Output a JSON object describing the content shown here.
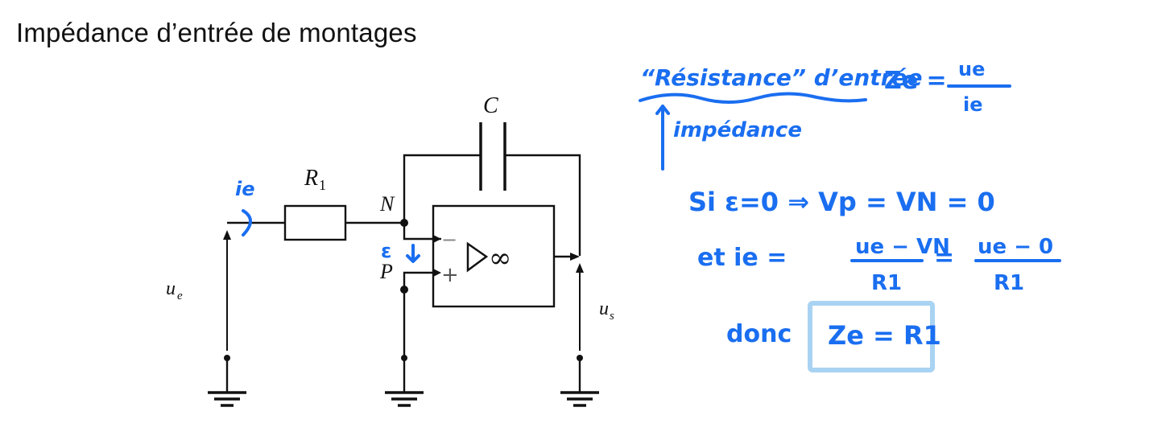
{
  "title": "Impédance d’entrée de montages",
  "circuit": {
    "labels": {
      "resistor": "R",
      "resistor_sub": "1",
      "capacitor": "C",
      "node_n": "N",
      "node_p": "P",
      "input_voltage": "u",
      "input_voltage_sub": "e",
      "output_voltage": "u",
      "output_voltage_sub": "s",
      "opamp_minus": "−",
      "opamp_plus": "+",
      "opamp_gain": "∞"
    },
    "annotations": {
      "current": "ie",
      "epsilon": "ε"
    }
  },
  "notes": {
    "line1_text": "“Résistance” d’entrée",
    "line1_formula_lhs": "Ze =",
    "line1_formula_num": "ue",
    "line1_formula_den": "ie",
    "line2_text": "impédance",
    "line3": "Si ε=0 ⇒ Vp = VN = 0",
    "line4_prefix": "et  ie =",
    "line4_frac1_num": "ue − VN",
    "line4_frac1_den": "R1",
    "line4_eq": "=",
    "line4_frac2_num": "ue − 0",
    "line4_frac2_den": "R1",
    "line5_prefix": "donc",
    "result": "Ze = R1"
  },
  "colors": {
    "ink": "#1a6ef0",
    "box": "#a9d3f2"
  }
}
